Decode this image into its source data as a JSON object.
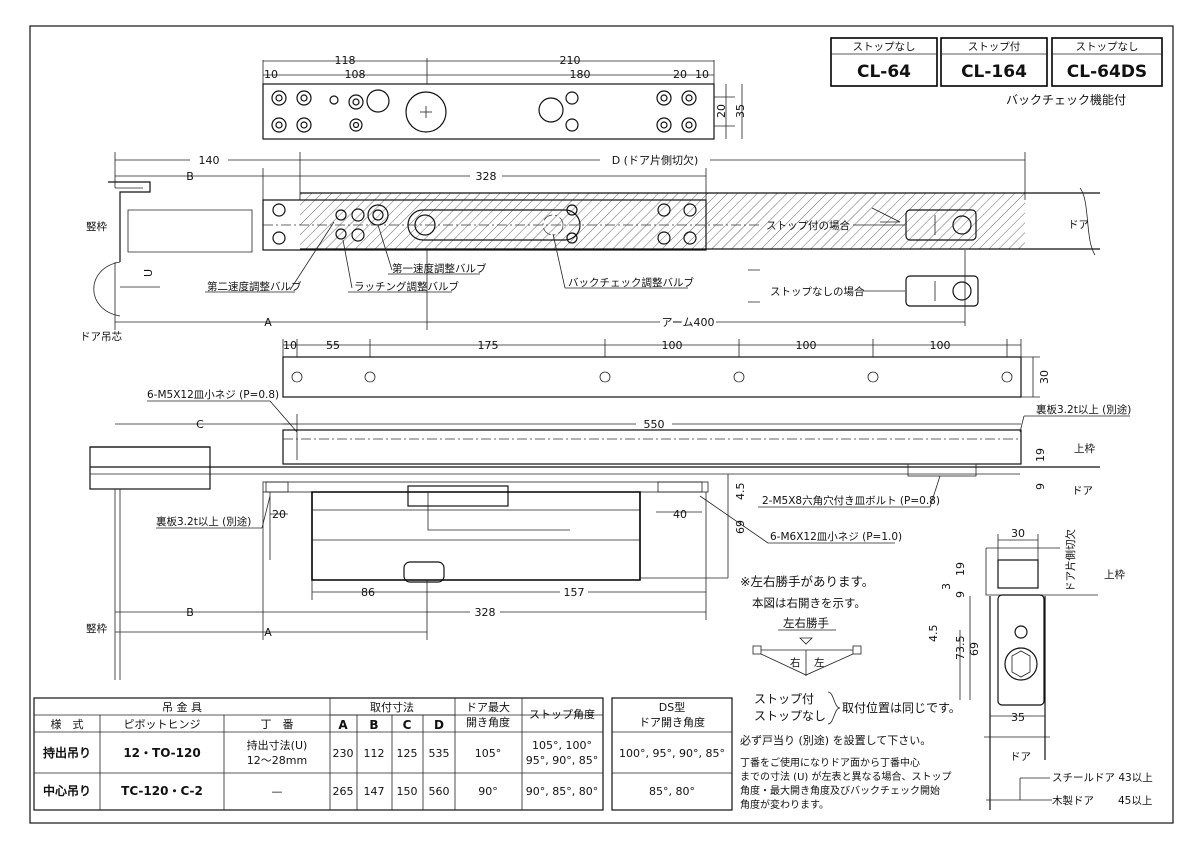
{
  "header": {
    "cols": [
      {
        "top": "ストップなし",
        "model": "CL-64"
      },
      {
        "top": "ストップ付",
        "model": "CL-164"
      },
      {
        "top": "ストップなし",
        "model": "CL-64DS"
      }
    ],
    "note": "バックチェック機能付"
  },
  "top_plate_dims": {
    "d118": "118",
    "d210": "210",
    "d10a": "10",
    "d108": "108",
    "d180": "180",
    "d20a": "20",
    "d10b": "10",
    "d20v": "20",
    "d35": "35"
  },
  "plan": {
    "d140": "140",
    "dD": "D (ドア片側切欠)",
    "dB": "B",
    "d328": "328",
    "jamb": "竪枠",
    "door": "ドア",
    "stop_case": "ストップ付の場合",
    "nostop_case": "ストップなしの場合",
    "U": "U",
    "pivot": "ドア吊芯",
    "dA": "A",
    "arm": "アーム400",
    "valve1": "第一速度調整バルブ",
    "valve2": "第二速度調整バルブ",
    "latch": "ラッチング調整バルブ",
    "backcheck": "バックチェック調整バルブ"
  },
  "rail": {
    "d10": "10",
    "d55": "55",
    "d175": "175",
    "d100a": "100",
    "d100b": "100",
    "d100c": "100",
    "d30": "30"
  },
  "section": {
    "screw1": "6-M5X12皿小ネジ (P=0.8)",
    "dC": "C",
    "d550": "550",
    "backplate_r": "裏板3.2t以上 (別途)",
    "head": "上枠",
    "d19": "19",
    "d9": "9",
    "door": "ドア",
    "bolt": "2-M5X8六角穴付き皿ボルト (P=0.8)",
    "d45": "4.5",
    "backplate_l": "裏板3.2t以上 (別途)",
    "d20": "20",
    "d40": "40",
    "screw2": "6-M6X12皿小ネジ (P=1.0)",
    "d69": "69",
    "d86": "86",
    "d157": "157",
    "dB": "B",
    "d328": "328",
    "dA": "A",
    "jamb": "竪枠"
  },
  "hand": {
    "note1": "※左右勝手があります。",
    "note2": "本図は右開きを示す。",
    "title": "左右勝手",
    "right": "右",
    "left": "左"
  },
  "side": {
    "d30": "30",
    "cut": "ドア片側切欠",
    "head": "上枠",
    "d3": "3",
    "d9": "9",
    "d19": "19",
    "d45": "4.5",
    "d735": "73.5",
    "d69": "69",
    "d35": "35",
    "door": "ドア",
    "steel": "スチールドア 43以上",
    "wood": "木製ドア",
    "wood_v": "45以上"
  },
  "notes": {
    "stop1": "ストップ付",
    "stop2": "ストップなし",
    "same": "取付位置は同じです。",
    "stopper": "必ず戸当り (別途) を設置して下さい。",
    "p1": "丁番をご使用になりドア面から丁番中心",
    "p2": "までの寸法 (U) が左表と異なる場合、ストップ",
    "p3": "角度・最大開き角度及びバックチェック開始",
    "p4": "角度が変わります。"
  },
  "table": {
    "h_hanger": "吊 金 具",
    "h_dims": "取付寸法",
    "h_maxopen1": "ドア最大",
    "h_maxopen2": "開き角度",
    "h_stop": "ストップ角度",
    "h_style": "様　式",
    "h_pivot": "ピボットヒンジ",
    "h_hinge": "丁　番",
    "h_A": "A",
    "h_B": "B",
    "h_C": "C",
    "h_D": "D",
    "rows": [
      {
        "style": "持出吊り",
        "pivot": "12・TO-120",
        "hinge1": "持出寸法(U)",
        "hinge2": "12～28mm",
        "A": "230",
        "B": "112",
        "C": "125",
        "D": "535",
        "max": "105°",
        "stop1": "105°, 100°",
        "stop2": "95°, 90°, 85°"
      },
      {
        "style": "中心吊り",
        "pivot": "TC-120・C-2",
        "hinge1": "—",
        "hinge2": "",
        "A": "265",
        "B": "147",
        "C": "150",
        "D": "560",
        "max": "90°",
        "stop1": "90°, 85°, 80°",
        "stop2": ""
      }
    ]
  },
  "ds_table": {
    "h1": "DS型",
    "h2": "ドア開き角度",
    "rows": [
      "100°, 95°, 90°, 85°",
      "85°, 80°"
    ]
  }
}
